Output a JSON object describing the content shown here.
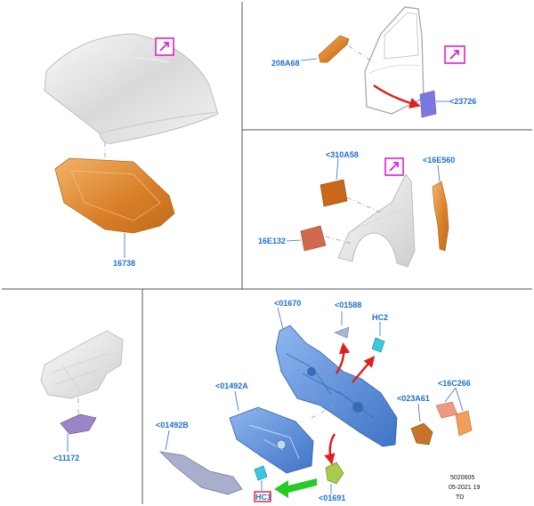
{
  "colors": {
    "callout": "#1f6fd1",
    "magenta_marker": "#e020d0",
    "part_orange": "#e38b2c",
    "part_blue": "#5b8ed8",
    "part_cyan": "#3cc8e0",
    "red_arrow": "#e02020",
    "green_arrow": "#22cc22"
  },
  "panels": {
    "hood": {
      "callouts": {
        "insulator": "16738"
      }
    },
    "door": {
      "callouts": {
        "bracket": "208A68",
        "patch": "<23726"
      }
    },
    "fender": {
      "callouts": {
        "pad": "<310A58",
        "seal": "<16E560",
        "insulator": "16E132"
      }
    },
    "cowl_small": {
      "callouts": {
        "shield": "<11172"
      }
    },
    "dash": {
      "callouts": {
        "dash_panel": "<01670",
        "clip_top": "<01588",
        "hc2": "HC2",
        "panel_left": "<01492A",
        "panel_lower": "<01492B",
        "bracket_right": "<023A61",
        "block_right": "<16C266",
        "grommet": "<01691",
        "hc1": "HC1"
      }
    }
  },
  "footer": {
    "line1": "5020605",
    "line2": "05-2021 19",
    "line3": "TD"
  },
  "icons": [
    "edit-arrow-icon",
    "edit-arrow-icon",
    "edit-arrow-icon"
  ]
}
